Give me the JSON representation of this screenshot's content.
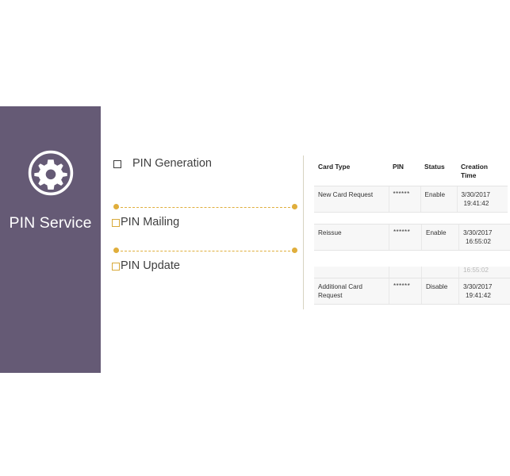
{
  "panel": {
    "title": "PIN Service",
    "icon": "gear-icon",
    "background_color": "#655a75",
    "text_color": "#ffffff"
  },
  "menu": {
    "accent_color": "#e0ae3c",
    "items": [
      {
        "label": "PIN Generation",
        "checkbox": "empty-square",
        "checkbox_color": "#3b3b3b"
      },
      {
        "label": "PIN Mailing",
        "checkbox": "empty-square",
        "checkbox_color": "#d8a93a"
      },
      {
        "label": "PIN Update",
        "checkbox": "empty-square",
        "checkbox_color": "#d8a93a"
      }
    ]
  },
  "table": {
    "headers": [
      "Card Type",
      "PIN",
      "Status",
      "Creation Time"
    ],
    "blocks": [
      {
        "show_header": true,
        "rows": [
          {
            "card_type": "New Card Request",
            "pin": "******",
            "status": "Enable",
            "time_date": "3/30/2017",
            "time_clock": "19:41:42"
          }
        ]
      },
      {
        "show_header": false,
        "rows": [
          {
            "card_type": "Reissue",
            "pin": "******",
            "status": "Enable",
            "time_date": "3/30/2017",
            "time_clock": "16:55:02"
          }
        ]
      },
      {
        "show_header": false,
        "ghost_time": "16:55:02",
        "rows": [
          {
            "card_type": "Additional Card Request",
            "pin": "******",
            "status": "Disable",
            "time_date": "3/30/2017",
            "time_clock": "19:41:42"
          }
        ]
      }
    ]
  }
}
